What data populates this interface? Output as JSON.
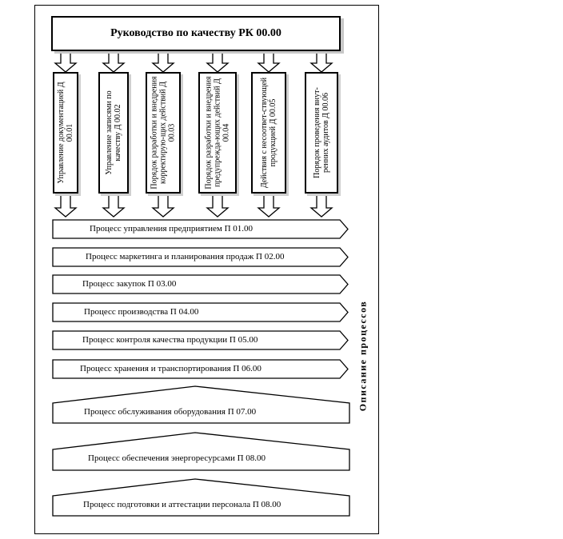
{
  "title": "Руководство по качеству РК 00.00",
  "documents": [
    {
      "label": "Управление документацией Д 00.01"
    },
    {
      "label": "Управление записями по качеству Д 00.02"
    },
    {
      "label": "Порядок разработки и внедрения корректирую-щих действий Д 00.03"
    },
    {
      "label": "Порядок разработки и внедрения предупрежда-ющих действий Д 00.04"
    },
    {
      "label": "Действия с несоответ-ствующей продукцией Д 00.05"
    },
    {
      "label": "Порядок проведения внут-ренних аудитов Д 00.06"
    }
  ],
  "processes": [
    {
      "label": "Процесс управления предприятием П 01.00"
    },
    {
      "label": "Процесс маркетинга и планирования продаж П 02.00"
    },
    {
      "label": "Процесс закупок П 03.00"
    },
    {
      "label": "Процесс производства П 04.00"
    },
    {
      "label": "Процесс контроля качества продукции П 05.00"
    },
    {
      "label": "Процесс хранения и транспортирования П 06.00"
    },
    {
      "label": "Процесс обслуживания оборудования П 07.00"
    },
    {
      "label": "Процесс обеспечения энергоресурсами П 08.00"
    },
    {
      "label": "Процесс подготовки и аттестации персонала П 08.00"
    }
  ],
  "side_label": "Описание процессов"
}
